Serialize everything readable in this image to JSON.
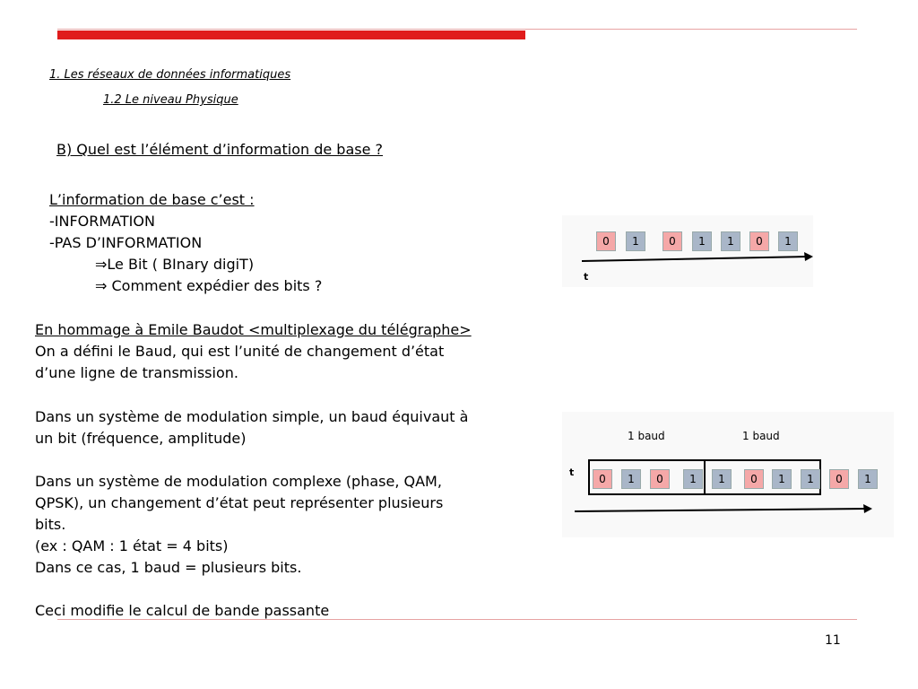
{
  "breadcrumb": {
    "level1": "1. Les réseaux  de données informatiques",
    "level2": "1.2 Le niveau Physique"
  },
  "title": "B) Quel est l’élément d’information de base ?",
  "intro": {
    "heading": "L’information de base c’est :",
    "item1": "-INFORMATION",
    "item2": "-PAS D’INFORMATION",
    "sub1": "Le Bit ( BInary digiT)",
    "sub2": " Comment expédier des bits ?",
    "arrow": "⇒"
  },
  "body": {
    "p1_heading": "En hommage à Emile Baudot <multiplexage du télégraphe>",
    "p1_l1": "On a défini le Baud, qui est l’unité de changement d’état",
    "p1_l2": "d’une ligne de transmission.",
    "p2_l1": "Dans un système de modulation simple, un baud équivaut à",
    "p2_l2": "un bit (fréquence, amplitude)",
    "p3_l1": "Dans un système de modulation complexe (phase, QAM,",
    "p3_l2": "QPSK), un changement d’état peut représenter plusieurs",
    "p3_l3": "bits.",
    "p3_l4": "(ex : QAM : 1 état = 4 bits)",
    "p3_l5": "Dans ce cas, 1 baud = plusieurs bits.",
    "p4": "Ceci modifie le calcul de bande passante"
  },
  "diagram1": {
    "bits": [
      "0",
      "1",
      "0",
      "1",
      "1",
      "0",
      "1"
    ],
    "axis_label": "t"
  },
  "diagram2": {
    "baud_label_1": "1 baud",
    "baud_label_2": "1 baud",
    "bits": [
      "0",
      "1",
      "0",
      "1",
      "1",
      "0",
      "1",
      "1",
      "0",
      "1"
    ],
    "axis_label": "t"
  },
  "page_number": "11",
  "colors": {
    "accent_red": "#e01c1c",
    "bit_zero": "#f5a8a8",
    "bit_one": "#a9b6c8"
  }
}
